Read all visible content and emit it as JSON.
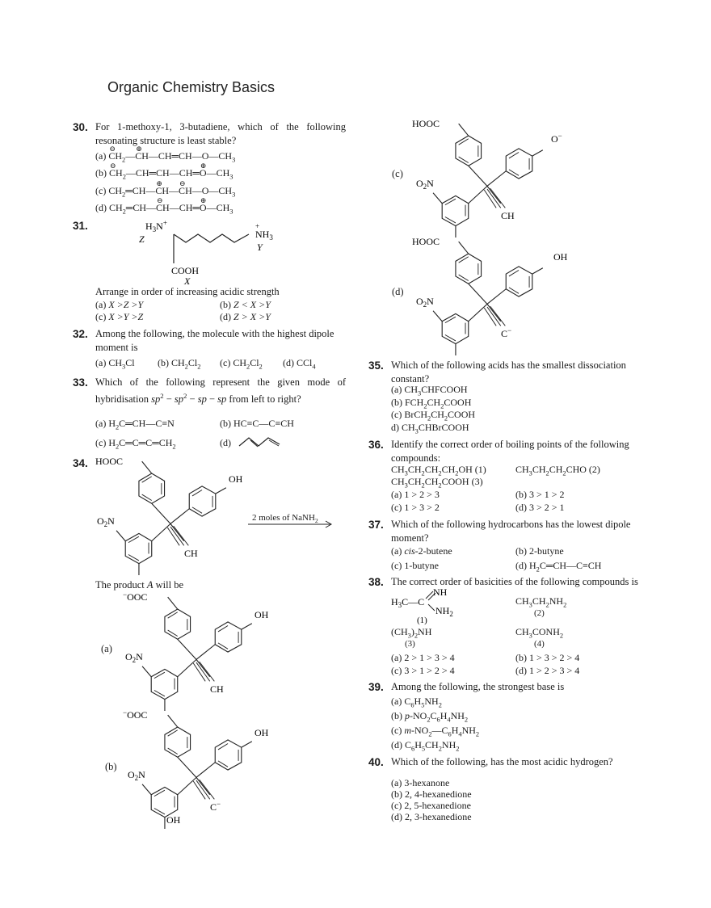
{
  "header": {
    "title": "Organic Chemistry Basics"
  },
  "q30": {
    "num": "30.",
    "text": "For 1-methoxy-1, 3-butadiene, which of the following resonating structure is least stable?",
    "options": [
      "(a) CH2—CH—CH=CH—O—CH3",
      "(b) CH2—CH=CH—CH=O—CH3",
      "(c) CH2=CH—CH—CH—O—CH3",
      "(d) CH2=CH—CH—CH=O—CH3"
    ]
  },
  "q31": {
    "num": "31.",
    "structure_labels": [
      "H3N+",
      "Z",
      "NH3",
      "Y",
      "COOH",
      "X"
    ],
    "text": "Arrange in order of increasing acidic strength",
    "options": [
      "(a) X > Z > Y",
      "(b) Z < X > Y",
      "(c) X > Y > Z",
      "(d) Z > X > Y"
    ]
  },
  "q32": {
    "num": "32.",
    "text": "Among the following, the molecule with the highest dipole moment is",
    "options": [
      "(a) CH3Cl",
      "(b) CH2Cl2",
      "(c) CH2Cl2",
      "(d) CCl4"
    ]
  },
  "q33": {
    "num": "33.",
    "text": "Which of the following represent the given mode of hybridisation sp2 − sp2 − sp − sp from left to right?",
    "options": [
      "(a) H2C=CH—C≡N",
      "(b) HC≡C—C≡CH",
      "(c) H2C=C=C=CH2",
      "(d)"
    ]
  },
  "q34": {
    "num": "34.",
    "reagent": "2 moles of NaNH2",
    "text": "The product A will be",
    "labels": [
      "HOOC",
      "OH",
      "O2N",
      "CH",
      "OH",
      "(a)",
      "(b)",
      "(c)",
      "(d)",
      "−OOC",
      "O−",
      "C−",
      "HOOC"
    ]
  },
  "q35": {
    "num": "35.",
    "text": "Which of the following acids has the smallest dissociation constant?",
    "options": [
      "(a) CH3CHFCOOH",
      "(b) FCH2CH2COOH",
      "(c) BrCH2CH2COOH",
      "d) CH3CHBrCOOH"
    ]
  },
  "q36": {
    "num": "36.",
    "text": "Identify the correct order of boiling points of the following compounds:",
    "compounds": [
      "CH3CH2CH2CH2OH (1)",
      "CH3CH2CH2CHO (2)",
      "CH3CH2CH2COOH (3)"
    ],
    "options": [
      "(a) 1 > 2 > 3",
      "(b) 3 > 1 > 2",
      "(c) 1 > 3 > 2",
      "(d) 3 > 2 > 1"
    ]
  },
  "q37": {
    "num": "37.",
    "text": "Which of the following hydrocarbons has the lowest dipole moment?",
    "options": [
      "(a) cis-2-butene",
      "(b) 2-butyne",
      "(c) 1-butyne",
      "(d) H2C=CH—C≡CH"
    ]
  },
  "q38": {
    "num": "38.",
    "text": "The correct order of basicities of the following compounds is",
    "compounds": [
      "CH3CH2NH2",
      "(CH3)2NH",
      "CH3CONH2"
    ],
    "numbers": [
      "(1)",
      "(2)",
      "(3)",
      "(4)"
    ],
    "options": [
      "(a) 2 > 1 > 3 > 4",
      "(b) 1 > 3 > 2 > 4",
      "(c) 3 > 1 > 2 > 4",
      "(d) 1 > 2 > 3 > 4"
    ]
  },
  "q39": {
    "num": "39.",
    "text": "Among the following, the strongest base is",
    "options": [
      "(a) C6H5NH2",
      "(b) p-NO2C6H4NH2",
      "(c) m-NO2—C6H4NH2",
      "(d) C6H5CH2NH2"
    ]
  },
  "q40": {
    "num": "40.",
    "text": "Which of the following, has the most acidic hydrogen?",
    "options": [
      "(a) 3-hexanone",
      "(b) 2, 4-hexanedione",
      "(c) 2, 5-hexanedione",
      "(d) 2, 3-hexanedione"
    ]
  }
}
